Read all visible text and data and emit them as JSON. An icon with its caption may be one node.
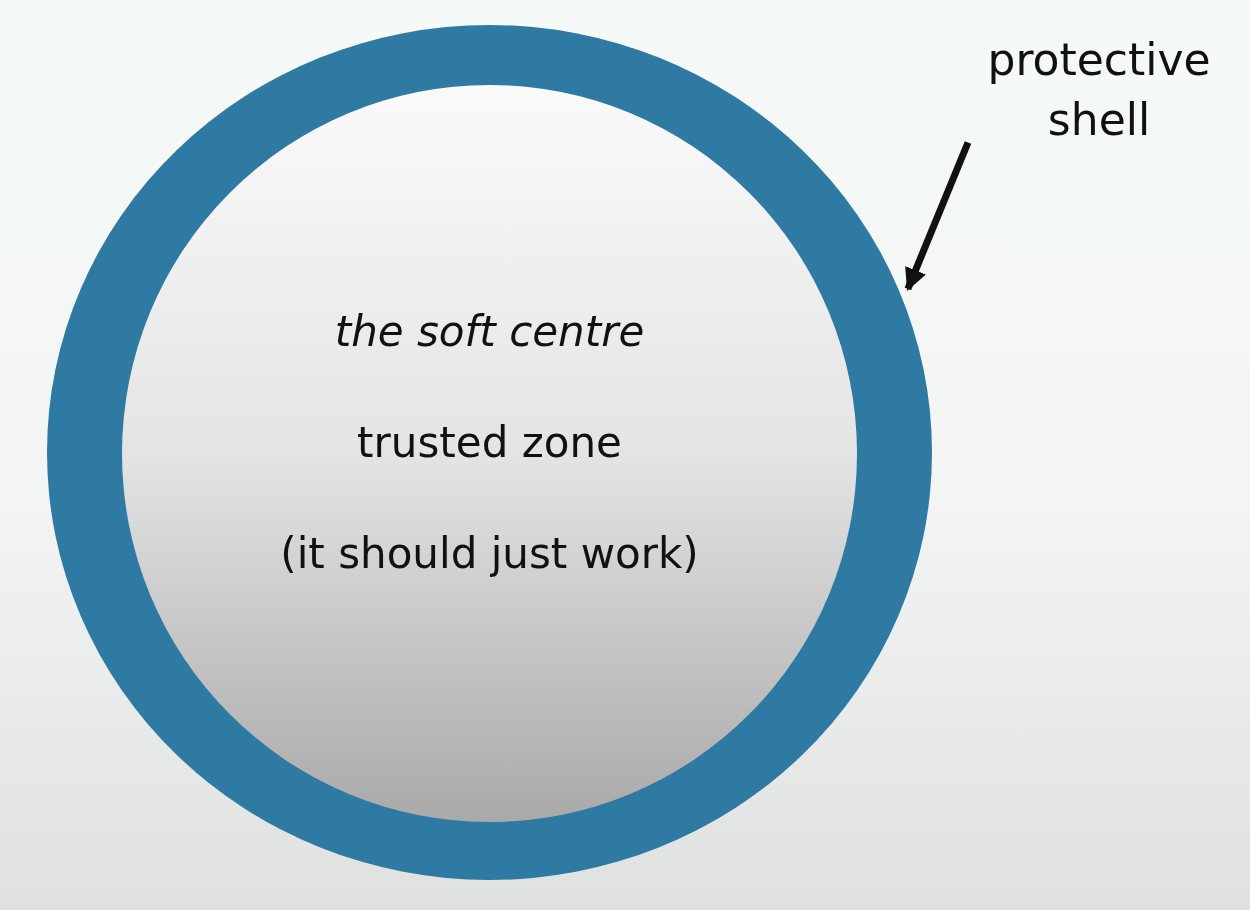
{
  "diagram": {
    "nodes": [
      {
        "text": [],
        "shape": "circle"
      },
      {
        "text": [
          "the soft centre",
          "trusted zone",
          "(it should just work)"
        ],
        "in": 0
      },
      {
        "text": [
          "protective shell"
        ]
      }
    ],
    "edges": [
      {
        "from": 2,
        "to": 0,
        "arrow": "to"
      }
    ]
  }
}
